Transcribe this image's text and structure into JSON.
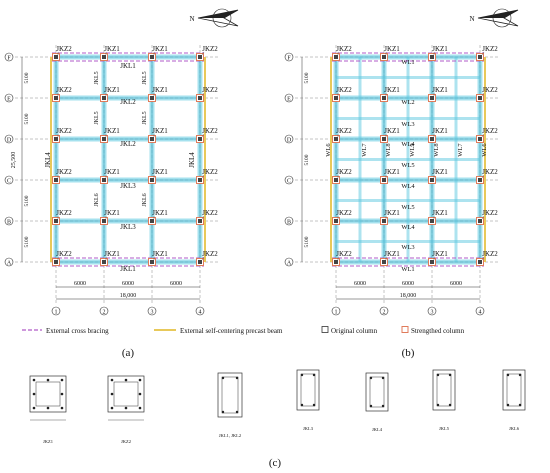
{
  "plan_a": {
    "caption": "(a)",
    "top_columns": [
      "JKZ2",
      "JKZ1",
      "JKZ1",
      "JKZ2"
    ],
    "row_e_columns": [
      "JKZ2",
      "JKZ1",
      "JKZ1",
      "JKZ2"
    ],
    "row_d_columns": [
      "JKZ2",
      "JKZ1",
      "JKZ1",
      "JKZ2"
    ],
    "row_c_columns": [
      "JKZ2",
      "JKZ1",
      "JKZ1",
      "JKZ2"
    ],
    "row_b_columns": [
      "JKZ2",
      "JKZ1",
      "JKZ1",
      "JKZ2"
    ],
    "row_a_columns": [
      "JKZ2",
      "JKZ1",
      "JKZ1",
      "JKZ2"
    ],
    "beams_h": [
      "JKL1",
      "JKL2",
      "JKL2",
      "JKL3",
      "JKL3",
      "JKL1"
    ],
    "beams_v": [
      "JKL5",
      "JKL5",
      "JKL5",
      "JKL5",
      "JKL6",
      "JKL6",
      "JKL4",
      "JKL4"
    ],
    "dim_left": [
      "5100",
      "5100",
      "25,500",
      "5100",
      "5100"
    ],
    "dim_bottom": [
      "6000",
      "6000",
      "6000"
    ],
    "dim_total": "18,000"
  },
  "plan_b": {
    "caption": "(b)",
    "top_columns": [
      "JKZ2",
      "JKZ1",
      "JKZ1",
      "JKZ2"
    ],
    "beams_h": [
      "WL1",
      "WL2",
      "WL3",
      "WL4",
      "WL5",
      "WL4",
      "WL5",
      "WL4",
      "WL3",
      "WL1"
    ],
    "beams_v": [
      "WL6",
      "WL7",
      "WL8",
      "WL9",
      "WL8",
      "WL7",
      "WL6"
    ],
    "dim_left": [
      "5100",
      "5100",
      "5100"
    ],
    "dim_bottom": [
      "6000",
      "6000",
      "6000"
    ],
    "dim_total": "18,000"
  },
  "axes_rows": [
    "F",
    "E",
    "D",
    "C",
    "B",
    "A"
  ],
  "axes_cols": [
    "1",
    "2",
    "3",
    "4"
  ],
  "compass": "N",
  "legend": {
    "cross_bracing": "External cross bracing",
    "precast_beam": "External self-centering precast beam",
    "original_column": "Original column",
    "strengthened_column": "Strengthed column"
  },
  "sections": {
    "caption": "(c)",
    "items": [
      "JKZ1",
      "JKZ2",
      "JKL1, JKL2",
      "JKL3",
      "JKL4",
      "JKL5",
      "JKL6"
    ]
  },
  "colors": {
    "grid": "#5bc8e0",
    "bracing": "#b05bc8",
    "precast": "#e8c95a",
    "strengthened": "#e07b5b"
  }
}
